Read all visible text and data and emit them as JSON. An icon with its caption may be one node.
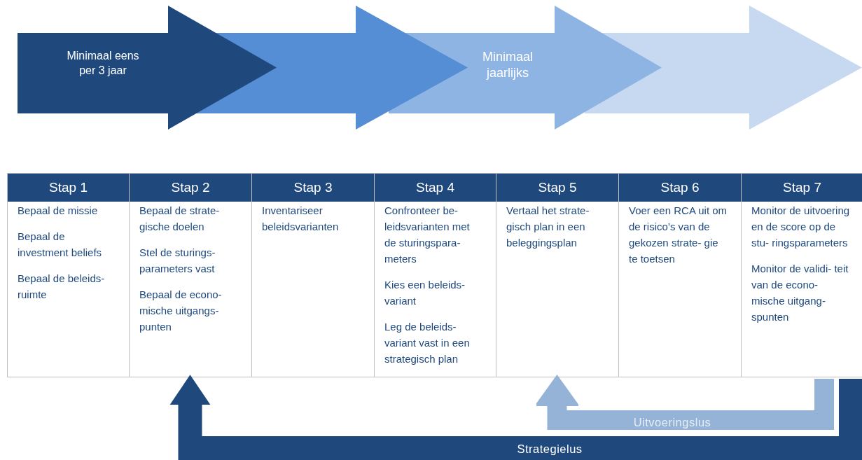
{
  "diagram": {
    "nodes": [
      {
        "text": [
          "Minimaal eens per 3 jaar"
        ]
      },
      {
        "text": [],
        "shape": "arrow"
      },
      {
        "text": [
          "Minimaal jaarlijks"
        ]
      },
      {
        "text": [],
        "shape": "arrow"
      },
      {
        "text": [
          "Stap 1",
          "Bepaal de missie",
          "Bepaal de investment beliefs",
          "Bepaal de beleids- ruimte"
        ]
      },
      {
        "text": [
          "Stap 2",
          "Bepaal de strate- gische doelen",
          "Stel de sturings- parameters vast",
          "Bepaal de econo- mische uitgangs- punten"
        ]
      },
      {
        "text": [
          "Stap 3",
          "Inventariseer beleidsvarianten"
        ]
      },
      {
        "text": [
          "Stap 4",
          "Confronteer be- leidsvarianten met de sturingspara- meters",
          "Kies een beleids- variant",
          "Leg de beleids- variant vast in een strategisch plan"
        ]
      },
      {
        "text": [
          "Stap 5",
          "Vertaal het strate- gisch plan in een beleggingsplan"
        ]
      },
      {
        "text": [
          "Stap 6",
          "Voer een RCA uit om de risico’s van de gekozen strate- gie te toetsen"
        ]
      },
      {
        "text": [
          "Stap 7",
          "Monitor de uitvoering en de score op de stu- ringsparameters",
          "Monitor de validi- teit van de econo- mische uitgang- spunten"
        ]
      }
    ],
    "edges": [
      {
        "from": 10,
        "to": 5,
        "arrow": "to",
        "label": "Strategielus"
      },
      {
        "from": 10,
        "to": 8,
        "arrow": "to",
        "label": "Uitvoeringslus",
        "color": "#95b3d7"
      }
    ]
  }
}
